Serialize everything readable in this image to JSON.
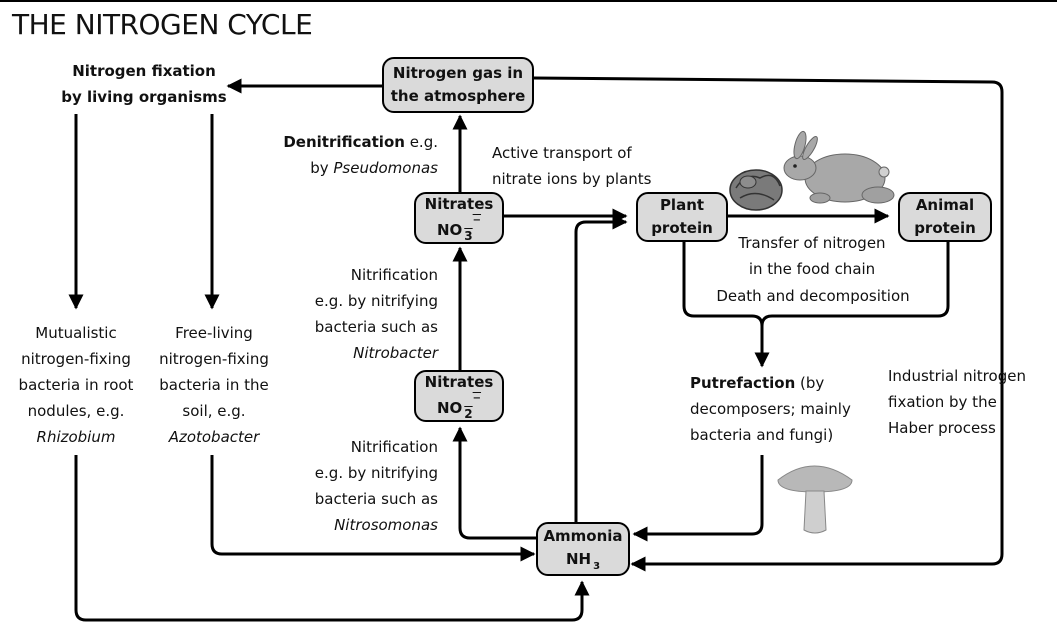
{
  "title": "THE NITROGEN CYCLE",
  "nodes": {
    "n2": {
      "line1": "Nitrogen gas in",
      "line2": "the atmosphere"
    },
    "no3": {
      "line1": "Nitrates",
      "formula": "NO",
      "sub": "3",
      "charge": "−"
    },
    "no2": {
      "line1": "Nitrates",
      "formula": "NO",
      "sub": "2",
      "charge": "−"
    },
    "plant": {
      "line1": "Plant",
      "line2": "protein"
    },
    "animal": {
      "line1": "Animal",
      "line2": "protein"
    },
    "nh3": {
      "line1": "Ammonia",
      "formula": "NH",
      "sub": "3"
    }
  },
  "labels": {
    "fixation": {
      "line1": "Nitrogen fixation",
      "line2": "by living organisms"
    },
    "denitrification": {
      "bold": "Denitrification",
      "rest": " e.g.",
      "line2_prefix": "by ",
      "line2_italic": "Pseudomonas"
    },
    "active_transport": {
      "line1": "Active transport of",
      "line2": "nitrate ions by plants"
    },
    "nitrification1": {
      "line1": "Nitrification",
      "line2": "e.g. by nitrifying",
      "line3": "bacteria such as",
      "line4": "Nitrobacter"
    },
    "nitrification2": {
      "line1": "Nitrification",
      "line2": "e.g. by nitrifying",
      "line3": "bacteria such as",
      "line4": "Nitrosomonas"
    },
    "mutualistic": {
      "line1": "Mutualistic",
      "line2": "nitrogen-fixing",
      "line3": "bacteria in root",
      "line4": "nodules, e.g.",
      "line5": "Rhizobium"
    },
    "freeliving": {
      "line1": "Free-living",
      "line2": "nitrogen-fixing",
      "line3": "bacteria in the",
      "line4": "soil, e.g.",
      "line5": "Azotobacter"
    },
    "food_chain": {
      "line1": "Transfer of nitrogen",
      "line2": "in the food chain"
    },
    "death": "Death and decomposition",
    "putrefaction": {
      "bold": "Putrefaction",
      "rest": " (by",
      "line2": "decomposers; mainly",
      "line3": "bacteria and fungi)"
    },
    "industrial": {
      "line1": "Industrial nitrogen",
      "line2": "fixation by the",
      "line3": "Haber process"
    }
  },
  "icons": [
    "rabbit-icon",
    "cabbage-icon",
    "mushroom-icon"
  ],
  "colors": {
    "node_fill": "#dadada",
    "stroke": "#000000",
    "illustration": "#9a9a9a"
  }
}
